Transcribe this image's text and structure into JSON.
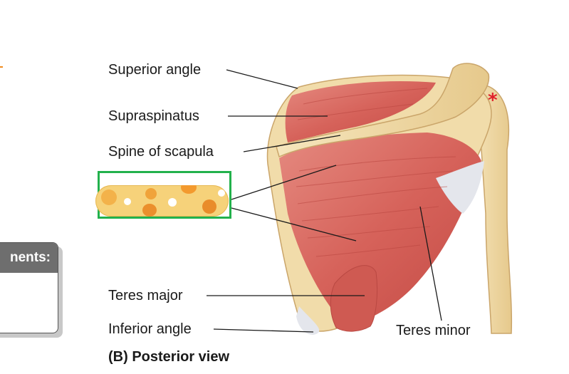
{
  "labels": {
    "superior_angle": "Superior angle",
    "supraspinatus": "Supraspinatus",
    "spine_of_scapula": "Spine of scapula",
    "teres_major": "Teres major",
    "inferior_angle": "Inferior angle",
    "teres_minor": "Teres minor"
  },
  "caption": "(B) Posterior view",
  "side_panel": {
    "title": "nents:"
  },
  "marker": "*",
  "colors": {
    "muscle": "#d9695f",
    "bone": "#f1dcaa",
    "tendon": "#e4e6ec",
    "highlight_box": "#22b14c",
    "marker": "#e0202a"
  }
}
